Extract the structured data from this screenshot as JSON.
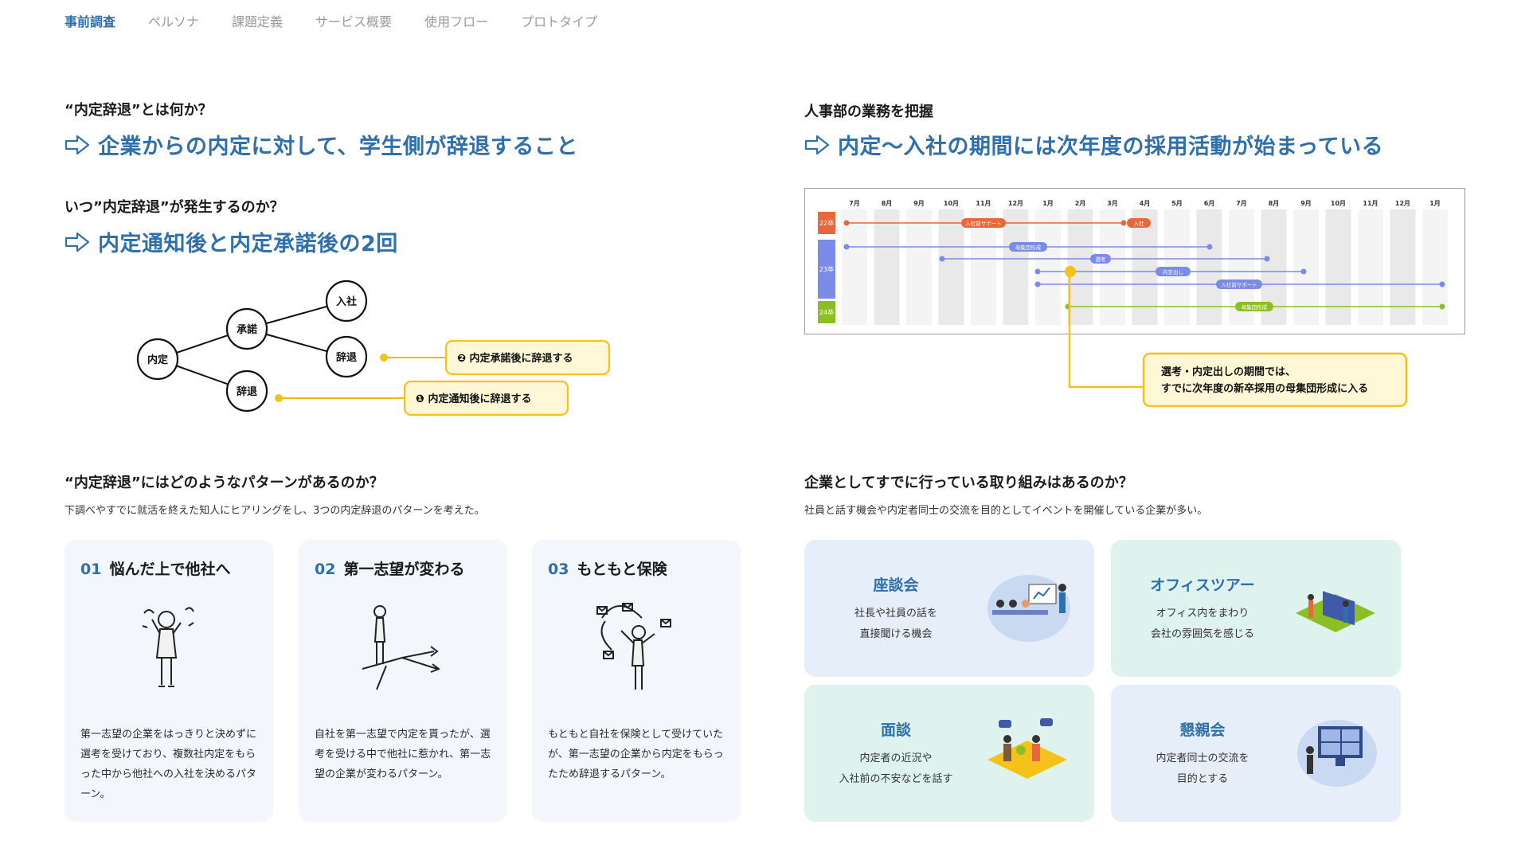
{
  "nav": {
    "items": [
      "事前調査",
      "ペルソナ",
      "課題定義",
      "サービス概要",
      "使用フロー",
      "プロトタイプ"
    ]
  },
  "left": {
    "q1": "“内定辞退”とは何か？",
    "a1": "企業からの内定に対して、学生側が辞退すること",
    "q2": "いつ”内定辞退”が発生するのか？",
    "a2": "内定通知後と内定承諾後の2回",
    "tree": {
      "naitei": "内定",
      "shoudaku": "承諾",
      "nyusha": "入社",
      "jitai_upper": "辞退",
      "jitai_lower": "辞退",
      "callout1": "❷ 内定承諾後に辞退する",
      "callout2": "❶ 内定通知後に辞退する"
    },
    "q3": "“内定辞退”にはどのようなパターンがあるのか？",
    "desc3": "下調べやすでに就活を終えた知人にヒアリングをし、3つの内定辞退のパターンを考えた。",
    "patterns": [
      {
        "num": "01",
        "title": "悩んだ上で他社へ",
        "text": "第一志望の企業をはっきりと決めずに選考を受けており、複数社内定をもらった中から他社への入社を決めるパターン。"
      },
      {
        "num": "02",
        "title": "第一志望が変わる",
        "text": "自社を第一志望で内定を貰ったが、選考を受ける中で他社に惹かれ、第一志望の企業が変わるパターン。"
      },
      {
        "num": "03",
        "title": "もともと保険",
        "text": "もともと自社を保険として受けていたが、第一志望の企業から内定をもらったため辞退するパターン。"
      }
    ]
  },
  "right": {
    "q1": "人事部の業務を把握",
    "a1": "内定〜入社の期間には次年度の採用活動が始まっている",
    "timeline": {
      "months": [
        "7月",
        "8月",
        "9月",
        "10月",
        "11月",
        "12月",
        "1月",
        "2月",
        "3月",
        "4月",
        "5月",
        "6月",
        "7月",
        "8月",
        "9月",
        "10月",
        "11月",
        "12月",
        "1月"
      ],
      "years": [
        "22卒",
        "23卒",
        "24卒"
      ],
      "bar_labels": [
        "入社前サポート",
        "入社",
        "母集団形成",
        "選考",
        "内定出し",
        "入社前サポート",
        "母集団形成"
      ],
      "callout_line1": "選考・内定出しの期間では、",
      "callout_line2": "すでに次年度の新卒採用の母集団形成に入る"
    },
    "q2": "企業としてすでに行っている取り組みはあるのか？",
    "desc2": "社員と話す機会や内定者同士の交流を目的としてイベントを開催している企業が多い。",
    "initiatives": [
      {
        "title": "座談会",
        "line1": "社長や社員の話を",
        "line2": "直接聞ける機会"
      },
      {
        "title": "オフィスツアー",
        "line1": "オフィス内をまわり",
        "line2": "会社の雰囲気を感じる"
      },
      {
        "title": "面談",
        "line1": "内定者の近況や",
        "line2": "入社前の不安などを話す"
      },
      {
        "title": "懇親会",
        "line1": "内定者同士の交流を",
        "line2": "目的とする"
      }
    ]
  },
  "colors": {
    "accent": "#2f6fab",
    "orange": "#e8673c",
    "purple": "#7b8be8",
    "green": "#8cbf26",
    "yellow": "#f5c21b",
    "card_blue": "#e6eff9",
    "card_mint": "#def3ee"
  }
}
